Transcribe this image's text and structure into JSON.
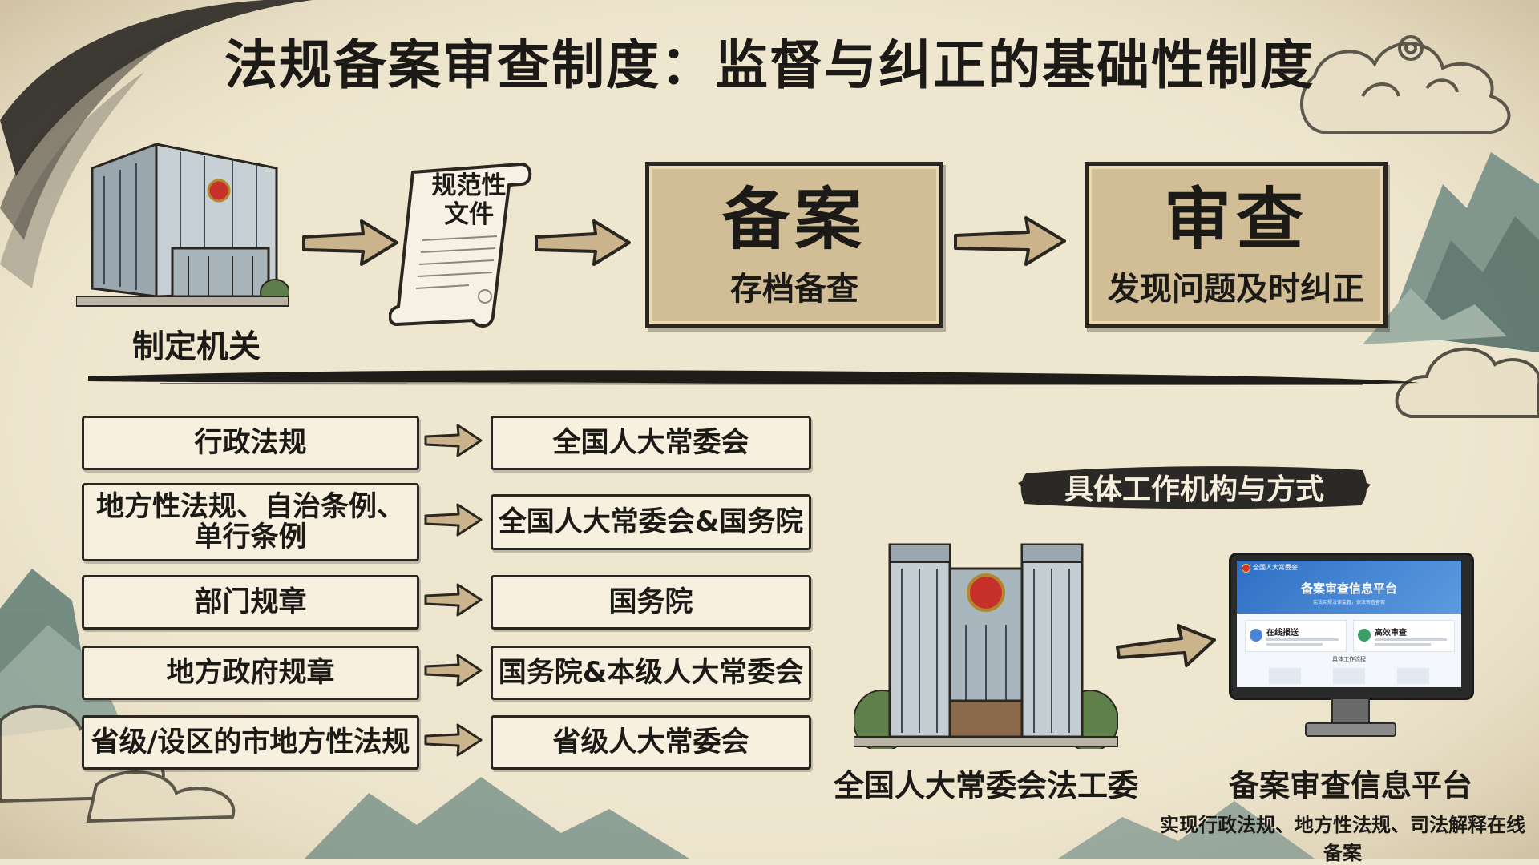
{
  "title": "法规备案审查制度：监督与纠正的基础性制度",
  "flow": {
    "agency_label": "制定机关",
    "document_label_line1": "规范性",
    "document_label_line2": "文件",
    "filing": {
      "title": "备案",
      "subtitle": "存档备查"
    },
    "review": {
      "title": "审查",
      "subtitle": "发现问题及时纠正"
    }
  },
  "mappings": [
    {
      "source": "行政法规",
      "target": "全国人大常委会"
    },
    {
      "source_line1": "地方性法规、自治条例、",
      "source_line2": "单行条例",
      "target": "全国人大常委会&国务院"
    },
    {
      "source": "部门规章",
      "target": "国务院"
    },
    {
      "source": "地方政府规章",
      "target": "国务院&本级人大常委会"
    },
    {
      "source": "省级/设区的市地方性法规",
      "target": "省级人大常委会"
    }
  ],
  "specific": {
    "banner": "具体工作机构与方式",
    "office_label": "全国人大常委会法工委",
    "platform_label": "备案审查信息平台",
    "platform_caption": "实现行政法规、地方性法规、司法解释在线备案",
    "screen": {
      "header": "全国人大常委会",
      "title": "备案审查信息平台",
      "tagline": "宪法宪规法律监督，依法审查备案",
      "feature1": "在线报送",
      "feature2": "高效审查",
      "section": "具体工作流程"
    }
  },
  "colors": {
    "paper": "#efe6cf",
    "box": "#d1bd96",
    "ink": "#2a2620",
    "arrow": "#cbb38c",
    "screen_blue": "#2f6fc4"
  }
}
